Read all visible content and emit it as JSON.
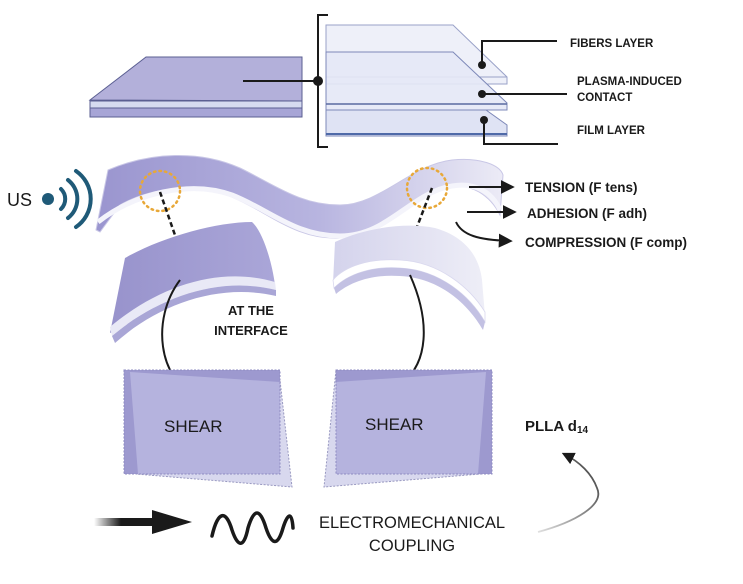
{
  "layers": {
    "fibers_layer": "FIBERS LAYER",
    "plasma_line1": "PLASMA-INDUCED",
    "plasma_line2": "CONTACT",
    "film_layer": "FILM LAYER"
  },
  "stimulus": {
    "label": "US",
    "icon": "ultrasound-wave-icon"
  },
  "forces": [
    {
      "label": "TENSION (F tens)"
    },
    {
      "label": "ADHESION (F adh)"
    },
    {
      "label": "COMPRESSION (F comp)"
    }
  ],
  "interface": {
    "line1": "AT THE",
    "line2": "INTERFACE"
  },
  "shear": {
    "left": "SHEAR",
    "right": "SHEAR"
  },
  "coupling": {
    "line1": "ELECTROMECHANICAL",
    "line2": "COUPLING"
  },
  "material": {
    "name": "PLLA d",
    "subscript": "14"
  },
  "colors": {
    "layer_dark": "#9c98cf",
    "layer_mid": "#b3b1dc",
    "layer_light": "#e3e6f4",
    "layer_edge": "#4f5d8f",
    "us_blue": "#1f5a78",
    "highlight_orange": "#e8a838",
    "text": "#1a1a1a"
  }
}
